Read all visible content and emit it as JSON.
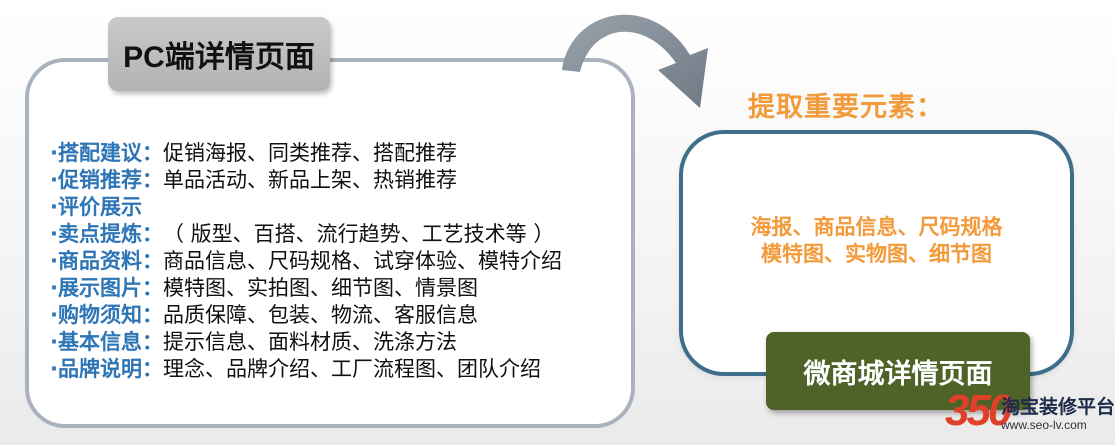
{
  "left_title": "PC端详情页面",
  "items": [
    {
      "key": "·搭配建议：",
      "value": "促销海报、同类推荐、搭配推荐"
    },
    {
      "key": "·促销推荐：",
      "value": "单品活动、新品上架、热销推荐"
    },
    {
      "key": "·评价展示",
      "value": ""
    },
    {
      "key": "·卖点提炼：",
      "value": "（ 版型、百搭、流行趋势、工艺技术等 ）"
    },
    {
      "key": "·商品资料：",
      "value": "商品信息、尺码规格、试穿体验、模特介绍"
    },
    {
      "key": "·展示图片：",
      "value": "模特图、实拍图、细节图、情景图"
    },
    {
      "key": "·购物须知：",
      "value": "品质保障、包装、物流、客服信息"
    },
    {
      "key": "·基本信息：",
      "value": "提示信息、面料材质、洗涤方法"
    },
    {
      "key": "·品牌说明：",
      "value": "理念、品牌介绍、工厂流程图、团队介绍"
    }
  ],
  "right_heading": "提取重要元素：",
  "right_lines": [
    "海报、商品信息、尺码规格",
    "模特图、实物图、细节图"
  ],
  "right_title": "微商城详情页面",
  "watermark": {
    "digits": "350",
    "name": "淘宝装修平台",
    "url": "www.seo-lv.com"
  },
  "colors": {
    "key_blue": "#2e75b6",
    "orange": "#f39a3b",
    "green_tab": "#4f6228",
    "right_border": "#3f6e8c",
    "left_border": "#a9b2bd",
    "arrow_gray": "#8c96a0"
  }
}
